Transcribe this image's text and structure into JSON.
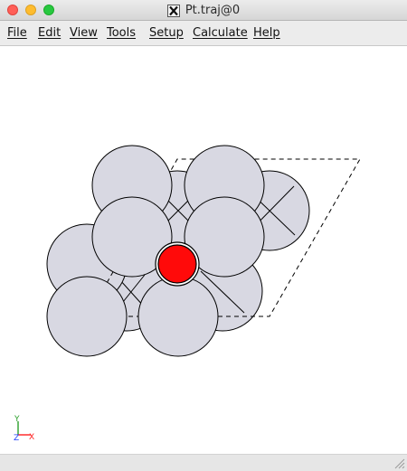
{
  "window": {
    "title": "Pt.traj@0"
  },
  "menu": {
    "items": [
      {
        "label": "File"
      },
      {
        "label": "Edit"
      },
      {
        "label": "View"
      },
      {
        "label": "Tools"
      },
      {
        "label": "Setup"
      },
      {
        "label": "Calculate"
      },
      {
        "label": "Help"
      }
    ]
  },
  "scene": {
    "atom_color": "#d8d8e2",
    "adsorbate_color": "#ff0a0a",
    "atom_outline": "#000000",
    "cell_line_style": "dashed"
  },
  "axes": {
    "y_label": "Y",
    "z_label": "Z",
    "x_label": "X",
    "y_color": "#2aa02a",
    "z_color": "#2040ff",
    "x_color": "#ff2020"
  },
  "icons": {
    "window_app_icon": "x11-icon",
    "resize_grip": "resize-grip-icon"
  }
}
